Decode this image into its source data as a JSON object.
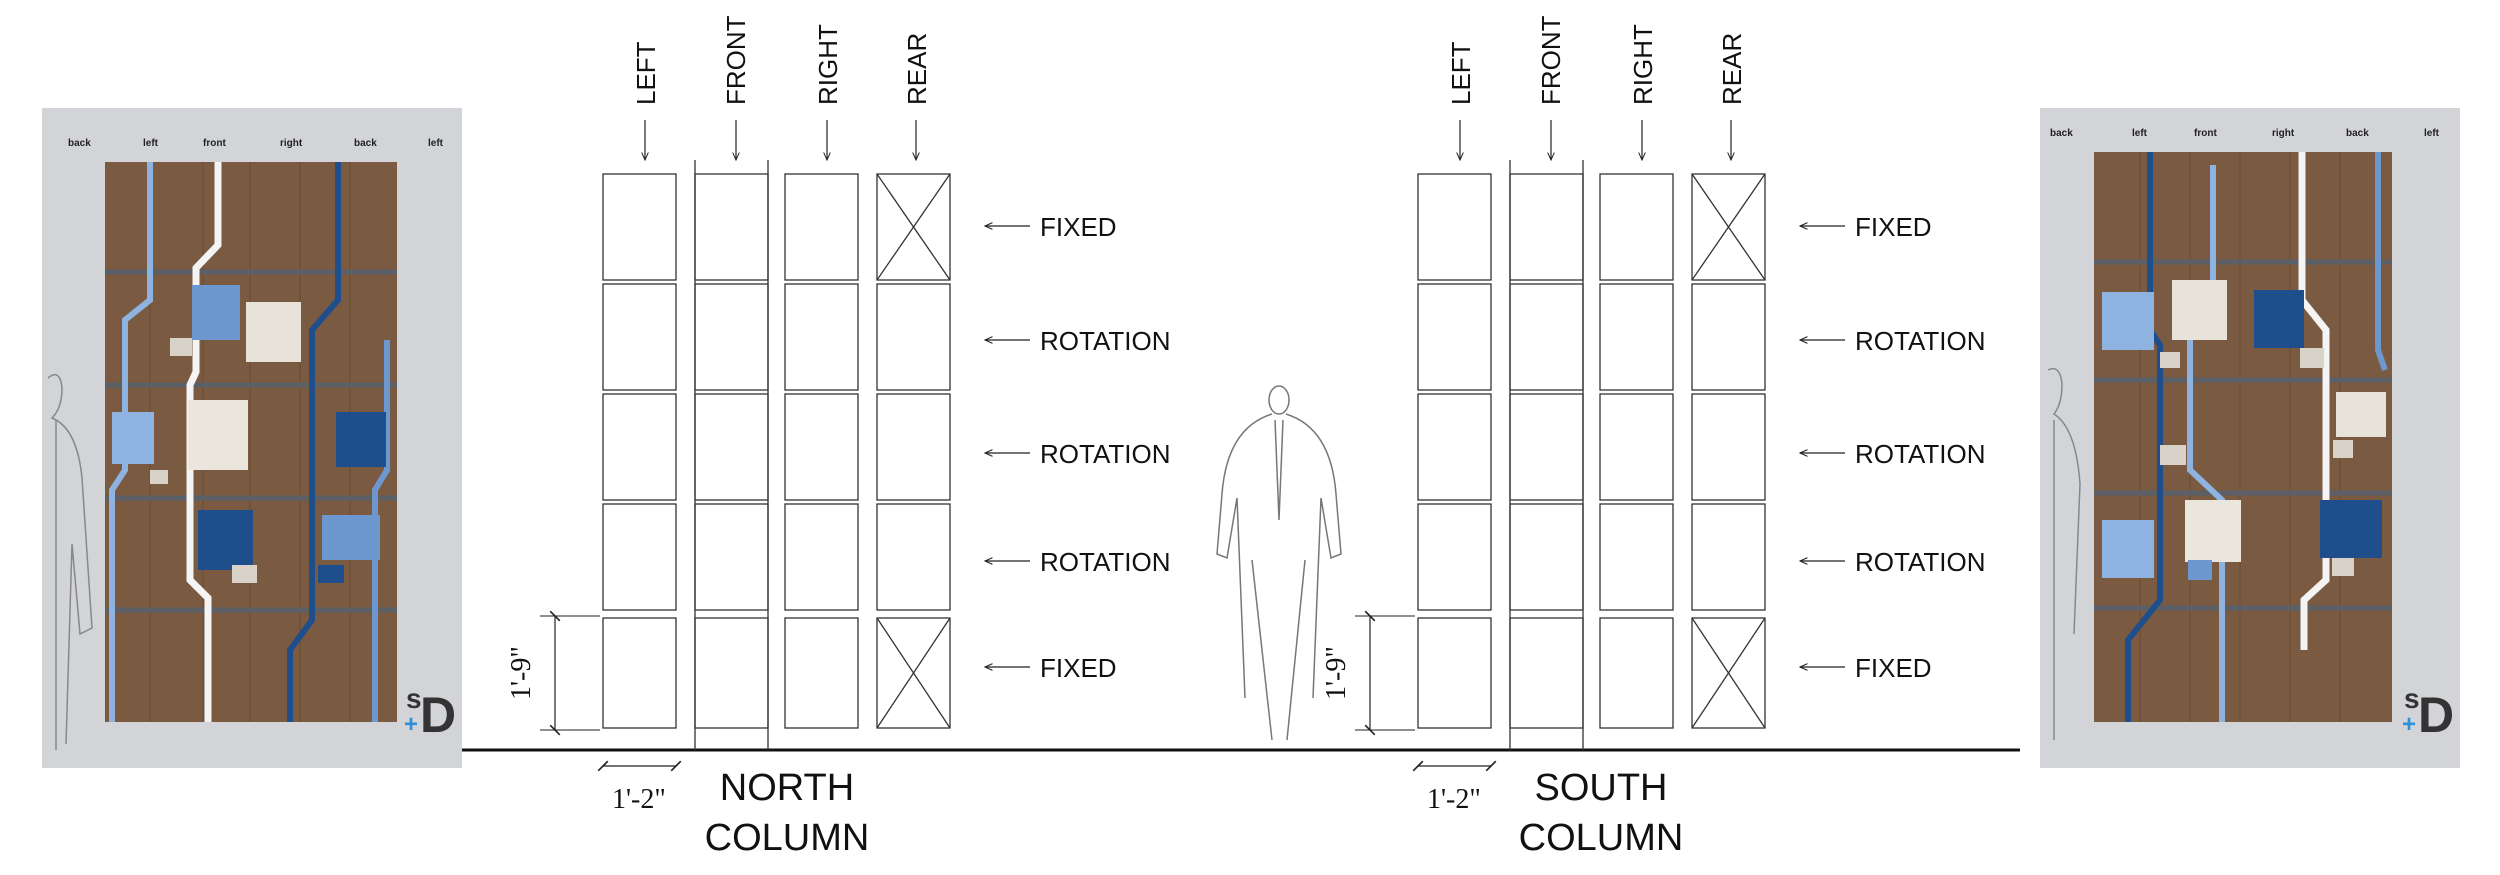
{
  "north": {
    "side_labels": [
      "LEFT",
      "FRONT",
      "RIGHT",
      "REAR"
    ],
    "row_labels": [
      "FIXED",
      "ROTATION",
      "ROTATION",
      "ROTATION",
      "FIXED"
    ],
    "height_dim": "1'-9\"",
    "width_dim": "1'-2\"",
    "name_line1": "NORTH",
    "name_line2": "COLUMN"
  },
  "south": {
    "side_labels": [
      "LEFT",
      "FRONT",
      "RIGHT",
      "REAR"
    ],
    "row_labels": [
      "FIXED",
      "ROTATION",
      "ROTATION",
      "ROTATION",
      "FIXED"
    ],
    "height_dim": "1'-9\"",
    "width_dim": "1'-2\"",
    "name_line1": "SOUTH",
    "name_line2": "COLUMN"
  },
  "panel_left": {
    "face_labels": [
      "back",
      "left",
      "front",
      "right",
      "back",
      "left"
    ],
    "logo_top": "s",
    "logo_main": "D",
    "logo_plus": "+"
  },
  "panel_right": {
    "face_labels": [
      "back",
      "left",
      "front",
      "right",
      "back",
      "left"
    ],
    "logo_top": "s",
    "logo_main": "D",
    "logo_plus": "+"
  },
  "colors": {
    "wood": "#7a5a40",
    "wood_light": "#8d6b4e",
    "panel_bg": "#d2d4d7",
    "blue_light": "#8fb3e0",
    "blue_dark": "#1f4e8c",
    "blue_mid": "#6d97cf",
    "logo_blue": "#2f8fd8",
    "line": "#222222"
  }
}
